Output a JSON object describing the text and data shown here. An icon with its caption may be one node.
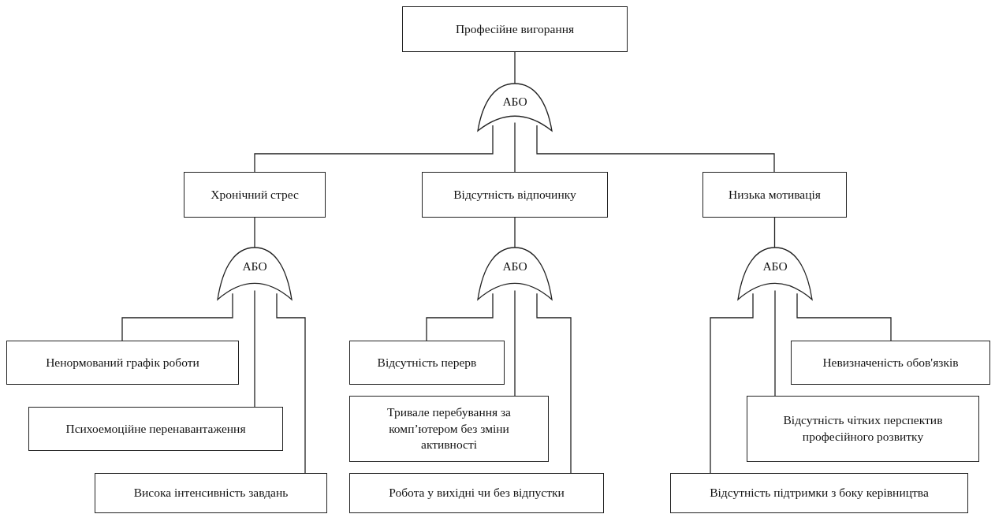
{
  "diagram": {
    "nodes": [
      {
        "text": [
          "Професійне вигорання"
        ]
      },
      {
        "text": [
          "АБО"
        ]
      },
      {
        "text": [
          "Хронічний стрес"
        ]
      },
      {
        "text": [
          "Відсутність відпочинку"
        ]
      },
      {
        "text": [
          "Низька мотивація"
        ]
      },
      {
        "text": [
          "АБО"
        ]
      },
      {
        "text": [
          "АБО"
        ]
      },
      {
        "text": [
          "АБО"
        ]
      },
      {
        "text": [
          "Ненормований графік роботи"
        ]
      },
      {
        "text": [
          "Психоемоційне перенавантаження"
        ]
      },
      {
        "text": [
          "Висока інтенсивність завдань"
        ]
      },
      {
        "text": [
          "Відсутність перерв"
        ]
      },
      {
        "text": [
          "Тривале перебування за комп’ютером без зміни активності"
        ]
      },
      {
        "text": [
          "Робота у вихідні чи без відпустки"
        ]
      },
      {
        "text": [
          "Невизначеність обов'язків"
        ]
      },
      {
        "text": [
          "Відсутність чітких перспектив професійного розвитку"
        ]
      },
      {
        "text": [
          "Відсутність підтримки з боку керівництва"
        ]
      }
    ],
    "edges": [
      {
        "from": 0,
        "to": 1,
        "arrow": "none"
      },
      {
        "from": 1,
        "to": 2,
        "arrow": "none"
      },
      {
        "from": 1,
        "to": 3,
        "arrow": "none"
      },
      {
        "from": 1,
        "to": 4,
        "arrow": "none"
      },
      {
        "from": 2,
        "to": 5,
        "arrow": "none"
      },
      {
        "from": 3,
        "to": 6,
        "arrow": "none"
      },
      {
        "from": 4,
        "to": 7,
        "arrow": "none"
      },
      {
        "from": 5,
        "to": 8,
        "arrow": "none"
      },
      {
        "from": 5,
        "to": 9,
        "arrow": "none"
      },
      {
        "from": 5,
        "to": 10,
        "arrow": "none"
      },
      {
        "from": 6,
        "to": 11,
        "arrow": "none"
      },
      {
        "from": 6,
        "to": 12,
        "arrow": "none"
      },
      {
        "from": 6,
        "to": 13,
        "arrow": "none"
      },
      {
        "from": 7,
        "to": 14,
        "arrow": "none"
      },
      {
        "from": 7,
        "to": 15,
        "arrow": "none"
      },
      {
        "from": 7,
        "to": 16,
        "arrow": "none"
      }
    ]
  }
}
